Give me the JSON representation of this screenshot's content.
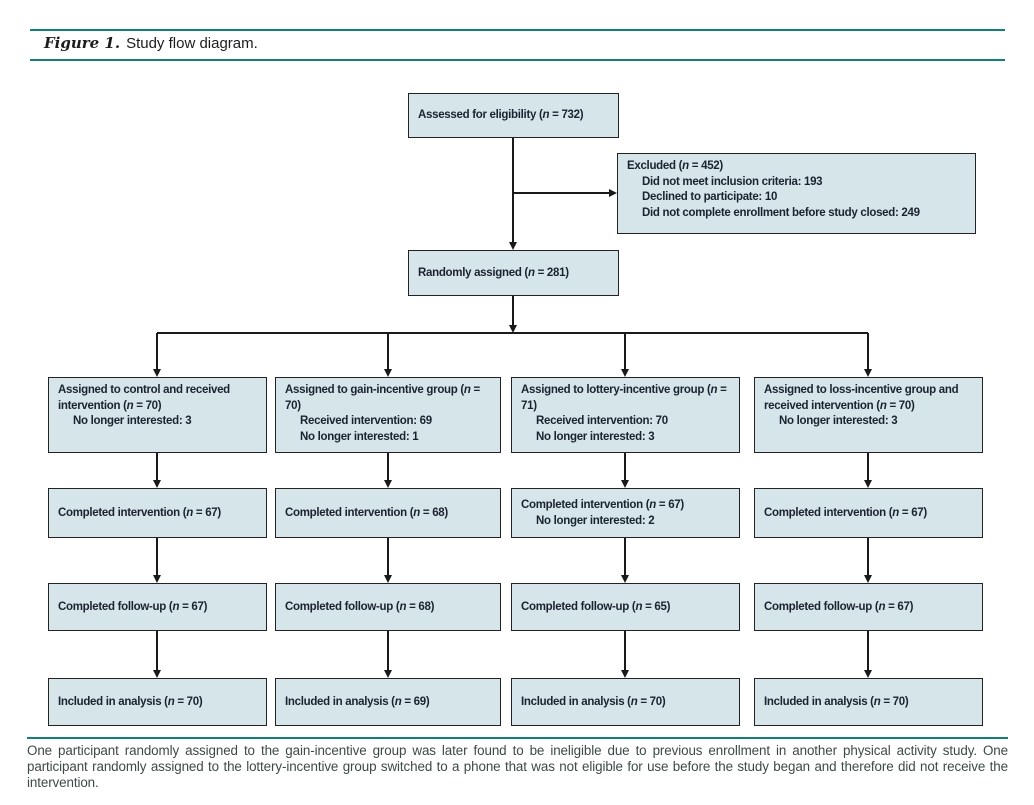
{
  "figure": {
    "label": "Figure 1.",
    "caption": "Study flow diagram."
  },
  "flow": {
    "assessed": {
      "text": "Assessed for eligibility (n = 732)"
    },
    "excluded": {
      "title": "Excluded (n = 452)",
      "items": [
        "Did not meet inclusion criteria: 193",
        "Declined to participate: 10",
        "Did not complete enrollment before study closed: 249"
      ]
    },
    "randomized": {
      "text": "Randomly assigned (n = 281)"
    },
    "columns": [
      {
        "assigned": {
          "title": "Assigned to control and received intervention (n = 70)",
          "items": [
            "No longer interested: 3"
          ]
        },
        "completed_intervention": {
          "title": "Completed intervention (n = 67)"
        },
        "followup": {
          "text": "Completed follow-up (n = 67)"
        },
        "analysis": {
          "text": "Included in analysis (n = 70)"
        }
      },
      {
        "assigned": {
          "title": "Assigned to gain-incentive group (n = 70)",
          "items": [
            "Received intervention: 69",
            "No longer interested: 1"
          ]
        },
        "completed_intervention": {
          "title": "Completed intervention (n = 68)"
        },
        "followup": {
          "text": "Completed follow-up (n = 68)"
        },
        "analysis": {
          "text": "Included in analysis (n = 69)"
        }
      },
      {
        "assigned": {
          "title": "Assigned to lottery-incentive group (n = 71)",
          "items": [
            "Received intervention: 70",
            "No longer interested: 3"
          ]
        },
        "completed_intervention": {
          "title": "Completed intervention (n = 67)",
          "items": [
            "No longer interested: 2"
          ]
        },
        "followup": {
          "text": "Completed follow-up (n = 65)"
        },
        "analysis": {
          "text": "Included in analysis (n = 70)"
        }
      },
      {
        "assigned": {
          "title": "Assigned to loss-incentive group and received intervention (n = 70)",
          "items": [
            "No longer interested: 3"
          ]
        },
        "completed_intervention": {
          "title": "Completed intervention (n = 67)"
        },
        "followup": {
          "text": "Completed follow-up (n = 67)"
        },
        "analysis": {
          "text": "Included in analysis (n = 70)"
        }
      }
    ]
  },
  "footnote": "One participant randomly assigned to the gain-incentive group was later found to be ineligible due to previous enrollment in another physical activity study. One participant randomly assigned to the lottery-incentive group switched to a phone that was not eligible for use before the study began and therefore did not receive the intervention.",
  "colors": {
    "box_fill": "#d5e5ea",
    "box_border": "#232323",
    "rule_teal": "#157f77",
    "box_text": "#1c2330",
    "footnote_text": "#3e4a48"
  }
}
